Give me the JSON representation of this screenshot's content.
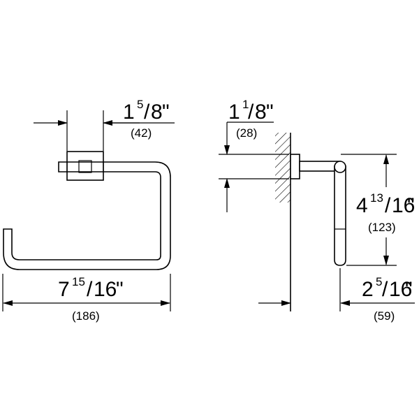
{
  "dimensions": {
    "mount_width": {
      "whole": "1",
      "num": "5",
      "den": "8",
      "unit": "\"",
      "mm": "(42)"
    },
    "total_width": {
      "whole": "7",
      "num": "15",
      "den": "16",
      "unit": "\"",
      "mm": "(186)"
    },
    "mount_height": {
      "whole": "1",
      "num": "1",
      "den": "8",
      "unit": "\"",
      "mm": "(28)"
    },
    "ring_height": {
      "whole": "4",
      "num": "13",
      "den": "16",
      "unit": "\"",
      "mm": "(123)"
    },
    "projection": {
      "whole": "2",
      "num": "5",
      "den": "16",
      "unit": "\"",
      "mm": "(59)"
    }
  }
}
